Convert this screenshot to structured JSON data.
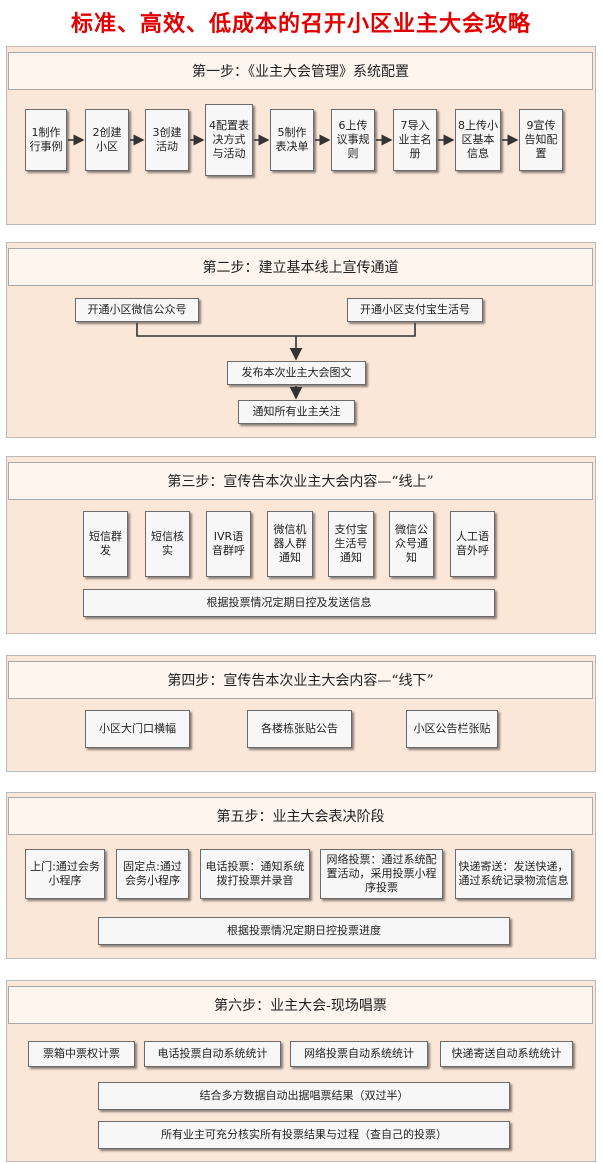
{
  "title": "标准、高效、低成本的召开小区业主大会攻略",
  "step1": {
    "heading": "第一步：《业主大会管理》系统配置",
    "items": [
      "1制作行事例",
      "2创建小区",
      "3创建活动",
      "4配置表决方式与活动",
      "5制作表决单",
      "6上传议事规则",
      "7导入业主名册",
      "8上传小区基本信息",
      "9宣传告知配置"
    ]
  },
  "step2": {
    "heading": "第二步：建立基本线上宣传通道",
    "wechat": "开通小区微信公众号",
    "alipay": "开通小区支付宝生活号",
    "publish": "发布本次业主大会图文",
    "notify": "通知所有业主关注"
  },
  "step3": {
    "heading": "第三步：宣传告本次业主大会内容—“线上”",
    "items": [
      "短信群发",
      "短信核实",
      "IVR语音群呼",
      "微信机器人群通知",
      "支付宝生活号通知",
      "微信公众号通知",
      "人工语音外呼"
    ],
    "bottom": "根据投票情况定期日控及发送信息"
  },
  "step4": {
    "heading": "第四步：宣传告本次业主大会内容—“线下”",
    "items": [
      "小区大门口横幅",
      "各楼栋张贴公告",
      "小区公告栏张贴"
    ]
  },
  "step5": {
    "heading": "第五步：业主大会表决阶段",
    "items": [
      "上门:通过会务小程序",
      "固定点:通过会务小程序",
      "电话投票：通知系统拨打投票并录音",
      "网络投票：通过系统配置活动，采用投票小程序投票",
      "快递寄送：发送快递，通过系统记录物流信息"
    ],
    "bottom": "根据投票情况定期日控投票进度"
  },
  "step6": {
    "heading": "第六步：业主大会-现场唱票",
    "items": [
      "票箱中票权计票",
      "电话投票自动系统统计",
      "网络投票自动系统统计",
      "快递寄送自动系统统计"
    ],
    "result": "结合多方数据自动出据唱票结果（双过半）",
    "verify": "所有业主可充分核实所有投票结果与过程（查自己的投票）"
  }
}
